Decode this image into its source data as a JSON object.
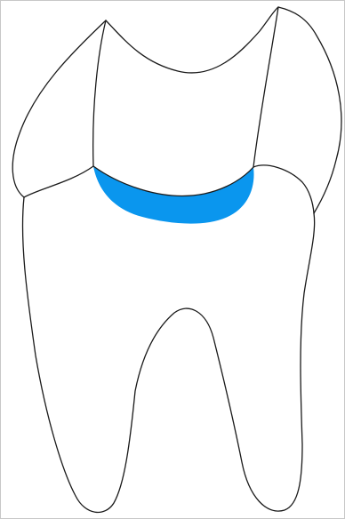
{
  "diagram": {
    "subject": "molar-tooth",
    "colors": {
      "outline": "#1a1a1a",
      "highlight": "#0a96ee",
      "background": "#ffffff",
      "border": "#c8c8c8"
    },
    "regions": [
      {
        "id": "buccal-cusp",
        "highlighted": false
      },
      {
        "id": "occlusal-surface",
        "highlighted": false
      },
      {
        "id": "lingual-cusp",
        "highlighted": false
      },
      {
        "id": "filling",
        "highlighted": true
      },
      {
        "id": "root-body",
        "highlighted": false
      }
    ]
  }
}
